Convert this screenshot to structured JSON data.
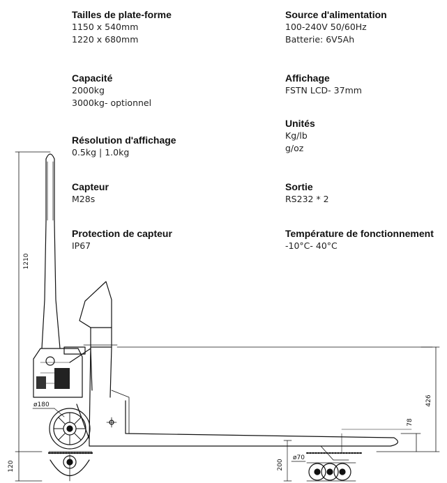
{
  "specs_left": [
    {
      "title": "Tailles de plate-forme",
      "values": [
        "1150 x 540mm",
        "1220 x 680mm"
      ]
    },
    {
      "title": "Capacité",
      "values": [
        "2000kg",
        "3000kg- optionnel"
      ]
    },
    {
      "title": "Résolution d'affichage",
      "values": [
        "0.5kg | 1.0kg"
      ]
    },
    {
      "title": "Capteur",
      "values": [
        "M28s"
      ]
    },
    {
      "title": "Protection de capteur",
      "values": [
        "IP67"
      ]
    }
  ],
  "specs_right": [
    {
      "title": "Source d'alimentation",
      "values": [
        "100-240V 50/60Hz",
        "Batterie: 6V5Ah"
      ]
    },
    {
      "title": "Affichage",
      "values": [
        "FSTN LCD- 37mm"
      ]
    },
    {
      "title": "Unités",
      "values": [
        "Kg/lb",
        "g/oz"
      ]
    },
    {
      "title": "Sortie",
      "values": [
        "RS232 * 2"
      ]
    },
    {
      "title": "Température de fonctionnement",
      "values": [
        "-10°C- 40°C"
      ]
    }
  ],
  "dimensions": {
    "height_total": "1210",
    "height_ground": "120",
    "height_display": "426",
    "height_fork": "78",
    "depth_under": "200",
    "wheel_big": "ø180",
    "wheel_small": "ø70"
  }
}
